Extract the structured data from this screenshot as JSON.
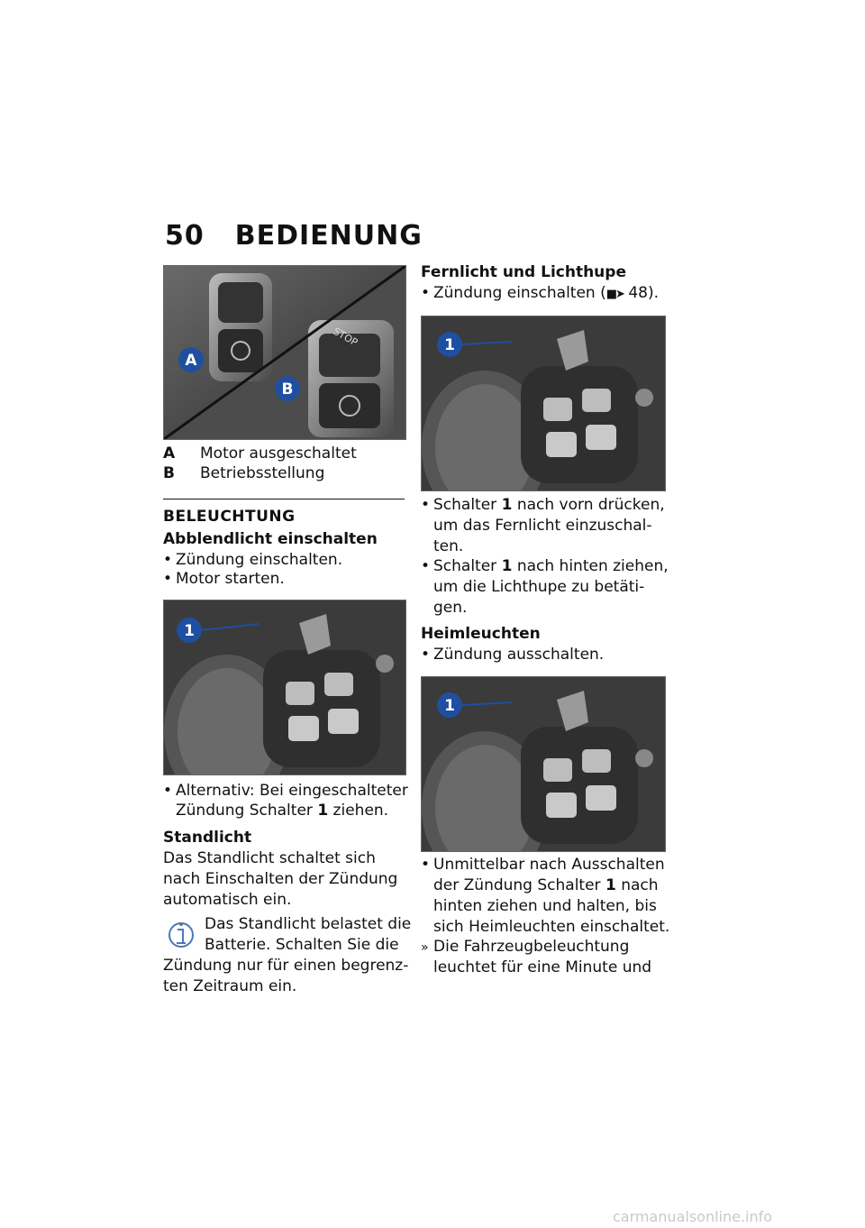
{
  "header": {
    "page_number": "50",
    "title": "BEDIENUNG"
  },
  "figure_ab": {
    "label_a": "A",
    "label_b": "B",
    "stop_text": "STOP"
  },
  "legend": [
    {
      "key": "A",
      "text": "Motor ausgeschaltet"
    },
    {
      "key": "B",
      "text": "Betriebsstellung"
    }
  ],
  "section": {
    "title": "BELEUCHTUNG",
    "abblendlicht": {
      "title": "Abblendlicht einschalten",
      "steps": [
        "Zündung einschalten.",
        "Motor starten."
      ],
      "alt_line1": "Alternativ: Bei eingeschalteter",
      "alt_line2_pre": "Zündung Schalter ",
      "alt_line2_num": "1",
      "alt_line2_post": " ziehen."
    },
    "standlicht": {
      "title": "Standlicht",
      "lines": [
        "Das Standlicht schaltet sich",
        "nach Einschalten der Zündung",
        "automatisch ein."
      ],
      "note_lines": [
        "Das Standlicht belastet die",
        "Batterie. Schalten Sie die"
      ],
      "note_cont": [
        "Zündung nur für einen begrenz-",
        "ten Zeitraum ein."
      ]
    },
    "fernlicht": {
      "title": "Fernlicht und Lichthupe",
      "step1_pre": "Zündung einschalten (",
      "step1_ref": "48).",
      "s1_pre": "Schalter ",
      "s1_num": "1",
      "s1_post": " nach vorn drücken,",
      "s1_l2": "um das Fernlicht einzuschal-",
      "s1_l3": "ten.",
      "s2_pre": "Schalter ",
      "s2_num": "1",
      "s2_post": " nach hinten ziehen,",
      "s2_l2": "um die Lichthupe zu betäti-",
      "s2_l3": "gen."
    },
    "heimleuchten": {
      "title": "Heimleuchten",
      "step1": "Zündung ausschalten.",
      "u_l1": "Unmittelbar nach Ausschalten",
      "u_l2_pre": "der Zündung Schalter ",
      "u_l2_num": "1",
      "u_l2_post": " nach",
      "u_l3": "hinten ziehen und halten, bis",
      "u_l4": "sich Heimleuchten einschaltet.",
      "r_l1": "Die Fahrzeugbeleuchtung",
      "r_l2": "leuchtet für eine Minute und"
    }
  },
  "callout_number": "1",
  "watermark": "carmanualsonline.info",
  "colors": {
    "callout": "#1f4fa0",
    "text": "#111111"
  }
}
